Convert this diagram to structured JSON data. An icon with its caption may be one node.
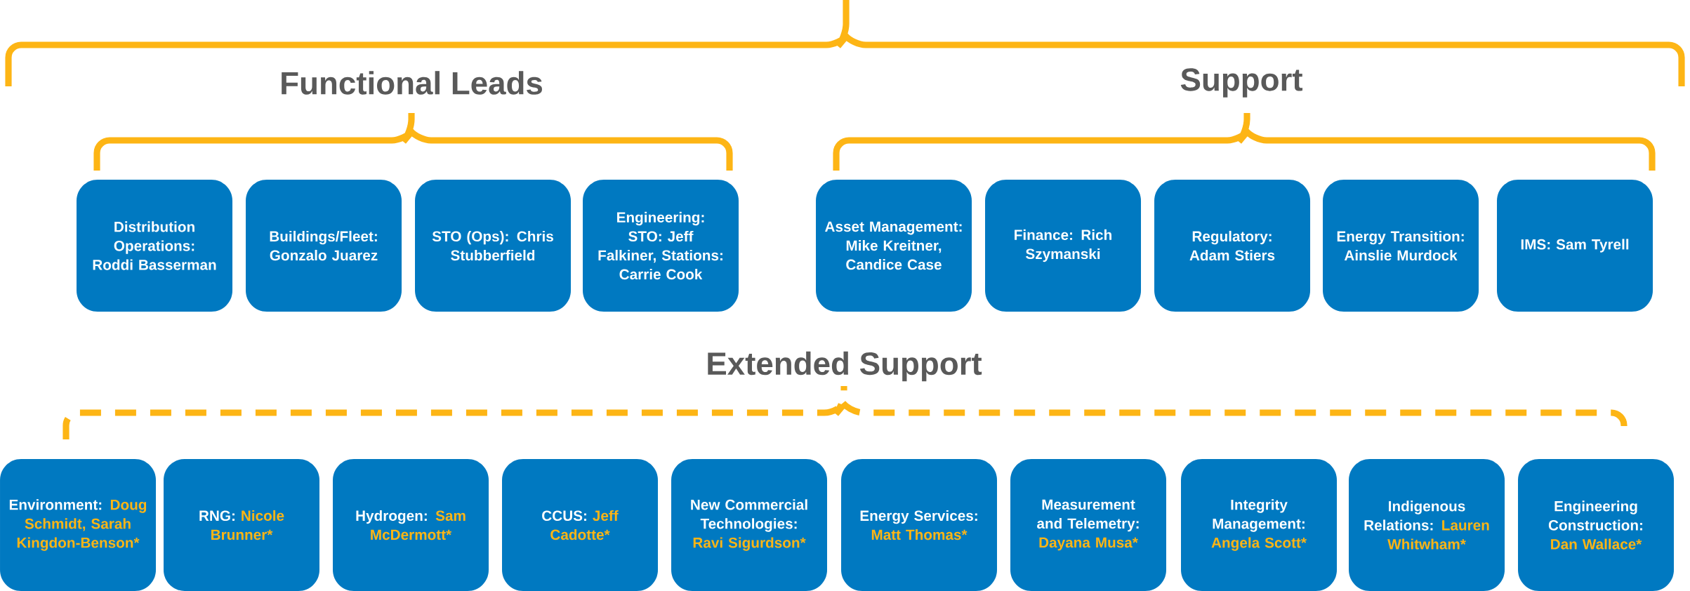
{
  "diagram": {
    "nodes": [
      {
        "text": [
          "Distribution Operations: Roddi Basserman"
        ]
      },
      {
        "text": [
          "Buildings/Fleet: Gonzalo Juarez"
        ]
      },
      {
        "text": [
          "STO (Ops): Chris Stubberfield"
        ]
      },
      {
        "text": [
          "Engineering: STO: Jeff Falkiner, Stations: Carrie Cook"
        ]
      },
      {
        "text": [
          "Asset Management: Mike Kreitner, Candice Case"
        ]
      },
      {
        "text": [
          "Finance: Rich Szymanski"
        ]
      },
      {
        "text": [
          "Regulatory: Adam Stiers"
        ]
      },
      {
        "text": [
          "Energy Transition: Ainslie Murdock"
        ]
      },
      {
        "text": [
          "IMS: Sam Tyrell"
        ]
      },
      {
        "text": [
          "Environment:",
          "Doug Schmidt, Sarah Kingdon-Benson*"
        ]
      },
      {
        "text": [
          "RNG:",
          "Nicole Brunner*"
        ]
      },
      {
        "text": [
          "Hydrogen:",
          "Sam McDermott*"
        ]
      },
      {
        "text": [
          "CCUS:",
          "Jeff Cadotte*"
        ]
      },
      {
        "text": [
          "New Commercial Technologies:",
          "Ravi Sigurdson*"
        ]
      },
      {
        "text": [
          "Energy Services:",
          "Matt Thomas*"
        ]
      },
      {
        "text": [
          "Measurement and Telemetry:",
          "Dayana Musa*"
        ]
      },
      {
        "text": [
          "Integrity Management:",
          "Angela Scott*"
        ]
      },
      {
        "text": [
          "Indigenous Relations:",
          "Lauren Whitwham*"
        ]
      },
      {
        "text": [
          "Engineering Construction:",
          "Dan Wallace*"
        ]
      }
    ],
    "labels": [
      "Functional Leads",
      "Support",
      "Extended Support"
    ]
  }
}
